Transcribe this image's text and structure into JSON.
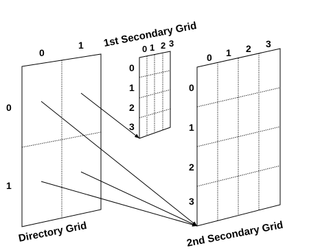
{
  "directory_grid": {
    "caption": "Directory Grid",
    "col_labels": [
      "0",
      "1"
    ],
    "row_labels": [
      "0",
      "1"
    ]
  },
  "secondary_grid_1": {
    "caption": "1st Secondary Grid",
    "col_labels": [
      "0",
      "1",
      "2",
      "3"
    ],
    "row_labels": [
      "0",
      "1",
      "2",
      "3"
    ]
  },
  "secondary_grid_2": {
    "caption": "2nd Secondary Grid",
    "col_labels": [
      "0",
      "1",
      "2",
      "3"
    ],
    "row_labels": [
      "0",
      "1",
      "2",
      "3"
    ]
  }
}
